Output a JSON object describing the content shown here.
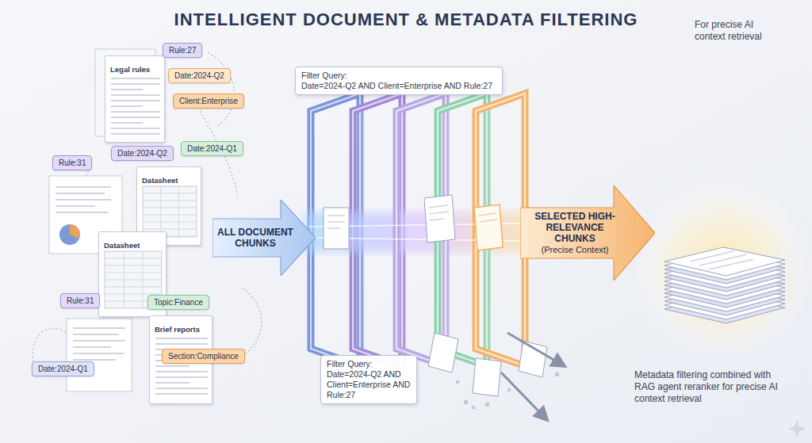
{
  "diagram": {
    "title": "INTELLIGENT DOCUMENT & METADATA FILTERING",
    "caption": "Metadata filtering combined with RAG agent reranker for precise AI context retrieval",
    "nodes": [
      {
        "text": [
          "Legal rules"
        ]
      },
      {
        "text": [
          "Rule:27"
        ]
      },
      {
        "text": [
          "Date:2024-Q2"
        ]
      },
      {
        "text": [
          "Client:Enterprise"
        ]
      },
      {
        "text": [
          "Rule:31"
        ]
      },
      {
        "text": [
          "Date:2024-Q2"
        ]
      },
      {
        "text": [
          "Date:2024-Q1"
        ]
      },
      {
        "text": [
          "Datasheet"
        ]
      },
      {
        "text": [
          "Datasheet"
        ]
      },
      {
        "text": [
          "Rule:31"
        ]
      },
      {
        "text": [
          "Topic:Finance"
        ]
      },
      {
        "text": [
          "Brief reports"
        ]
      },
      {
        "text": [
          "Section:Compliance"
        ]
      },
      {
        "text": [
          "Date:2024-Q1"
        ]
      },
      {
        "text": [
          "ALL DOCUMENT CHUNKS"
        ]
      },
      {
        "text": [
          "Filter Query:",
          "Date=2024-Q2 AND Client=Enterprise AND Rule:27"
        ]
      },
      {
        "text": [
          "Filter Query:",
          "Date=2024-Q2 AND Client=Enterprise AND Rule:27"
        ]
      },
      {
        "text": [
          "SELECTED HIGH-RELEVANCE CHUNKS",
          "(Precise Context)"
        ]
      }
    ],
    "labels": [
      "For precise AI context retrieval"
    ]
  }
}
